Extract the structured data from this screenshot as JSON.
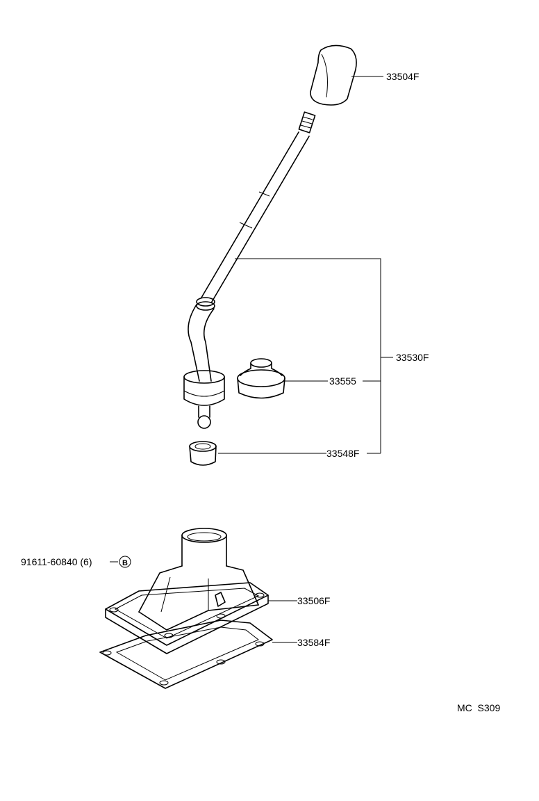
{
  "parts": {
    "knob": "33504F",
    "lever_assembly": "33530F",
    "boot": "33555",
    "seat": "33548F",
    "retainer": "33506F",
    "gasket": "33584F",
    "bolt": "91611-60840 (6)"
  },
  "bolt_marker": "B",
  "footer_code": "MC  S309"
}
